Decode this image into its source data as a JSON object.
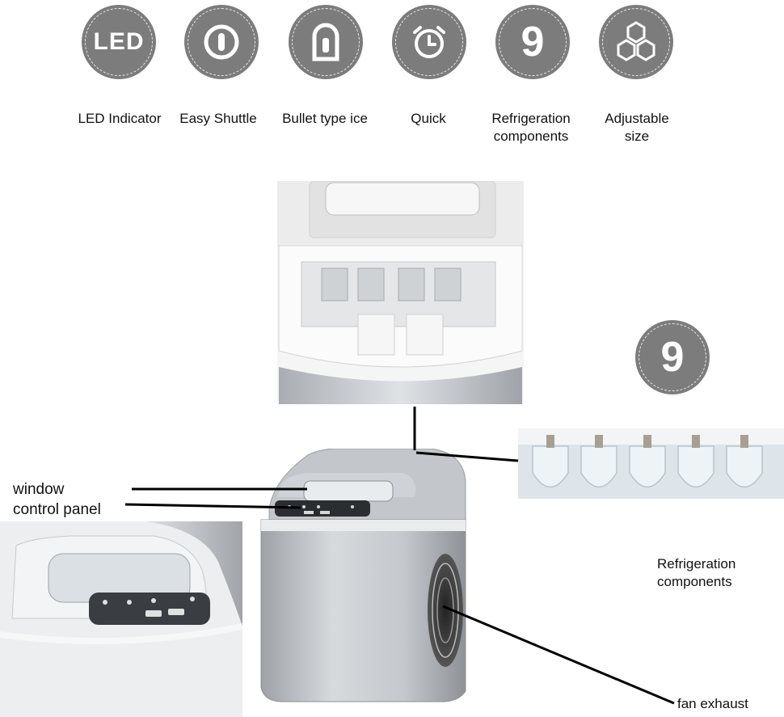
{
  "features": [
    {
      "icon": "led-indicator-icon",
      "badge_text": "LED",
      "label": "LED Indicator"
    },
    {
      "icon": "power-shuttle-icon",
      "label": "Easy Shuttle"
    },
    {
      "icon": "bullet-ice-icon",
      "label": "Bullet type ice"
    },
    {
      "icon": "alarm-clock-icon",
      "label": "Quick"
    },
    {
      "icon": "number-nine-icon",
      "badge_text": "9",
      "label_line1": "Refrigeration",
      "label_line2": "components"
    },
    {
      "icon": "hexagons-icon",
      "label_line1": "Adjustable",
      "label_line2": "size"
    }
  ],
  "callouts": {
    "window": "window",
    "control_panel": "control panel",
    "refrigeration_line1": "Refrigeration",
    "refrigeration_line2": "components",
    "fan_exhaust": "fan exhaust"
  },
  "side_badge": {
    "icon": "number-nine-icon",
    "text": "9"
  },
  "colors": {
    "badge": "#7c7c7c",
    "badge_dash": "#e9e9e9",
    "machine_silver": "#c9ccd0",
    "lid_white": "#f4f4f4"
  }
}
